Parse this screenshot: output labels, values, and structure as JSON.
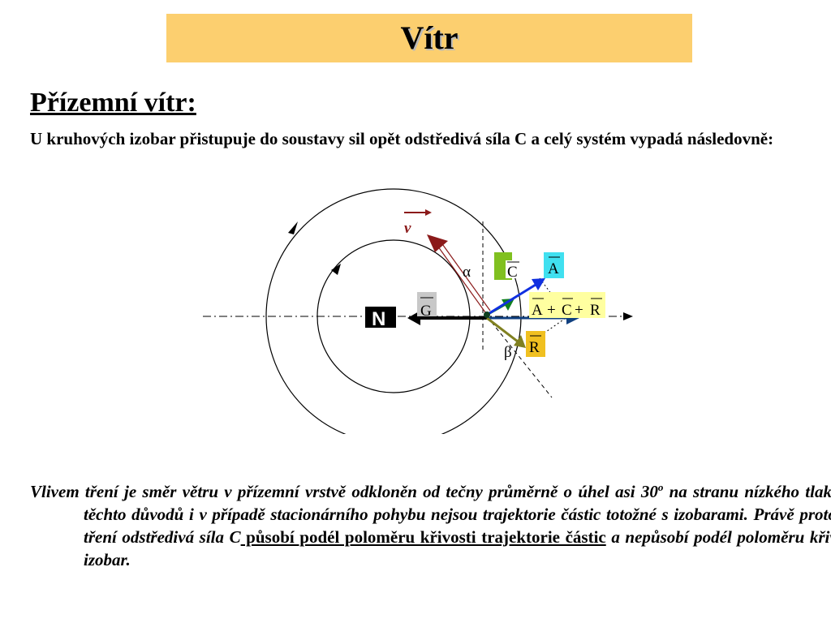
{
  "slide": {
    "title": "Vítr",
    "heading": "Přízemní vítr:",
    "paragraph1": "U kruhových izobar přistupuje do soustavy sil opět odstředivá síla C a celý systém vypadá následovně:",
    "paragraph2_part1": "Vlivem tření je směr větru v přízemní vrstvě odkloněn od tečny průměrně o úhel asi 30",
    "paragraph2_sup": "o",
    "paragraph2_part2": " na stranu nízkého tlaku. Z těchto důvodů i v případě stacionárního pohybu nejsou trajektorie částic totožné s izobarami. Právě proto při tření odstředivá síla C",
    "paragraph2_underlined": " působí podél poloměru křivosti trajektorie částic",
    "paragraph2_part3": " a nepůsobí podél poloměru křivosti izobar."
  },
  "diagram": {
    "labels": {
      "v": "v",
      "alpha": "α",
      "beta": "β",
      "C": "C",
      "A": "A",
      "G": "G",
      "R": "R",
      "sum_A": "A",
      "plus1": "+",
      "sum_C": "C",
      "plus2": "+",
      "sum_R": "R",
      "N": "N"
    },
    "colors": {
      "v_vector": "#8b1a1a",
      "C_box": "#80c020",
      "A_box": "#40e0f0",
      "G_box": "#c8c8c8",
      "R_box": "#f0c020",
      "sum_box": "#ffffa0",
      "A_arrow": "#1030e0",
      "C_arrow": "#108020",
      "R_arrow": "#808020",
      "sum_arrow": "#104080"
    }
  }
}
